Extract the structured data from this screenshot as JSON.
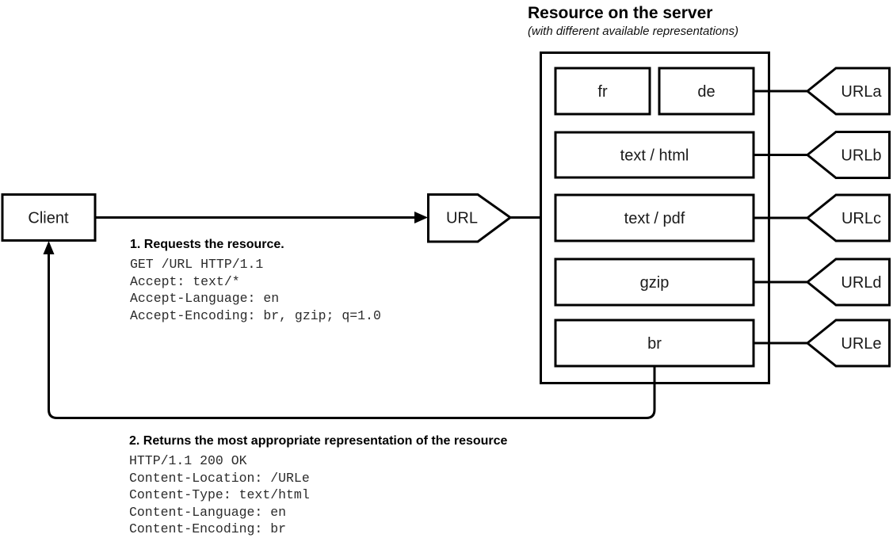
{
  "client": {
    "label": "Client"
  },
  "url_node": {
    "label": "URL"
  },
  "server": {
    "title": "Resource on the server",
    "subtitle": "(with different available representations)",
    "representations": [
      "fr",
      "de",
      "text / html",
      "text / pdf",
      "gzip",
      "br"
    ]
  },
  "url_tags": [
    "URLa",
    "URLb",
    "URLc",
    "URLd",
    "URLe"
  ],
  "request": {
    "heading": "1. Requests the resource.",
    "lines": [
      "GET /URL HTTP/1.1",
      "Accept: text/*",
      "Accept-Language: en",
      "Accept-Encoding: br, gzip; q=1.0"
    ]
  },
  "response": {
    "heading": "2. Returns the most appropriate representation of the resource",
    "lines": [
      "HTTP/1.1 200 OK",
      "Content-Location: /URLe",
      "Content-Type: text/html",
      "Content-Language: en",
      "Content-Encoding: br"
    ]
  },
  "colors": {
    "stroke": "#000000",
    "background": "#ffffff"
  }
}
